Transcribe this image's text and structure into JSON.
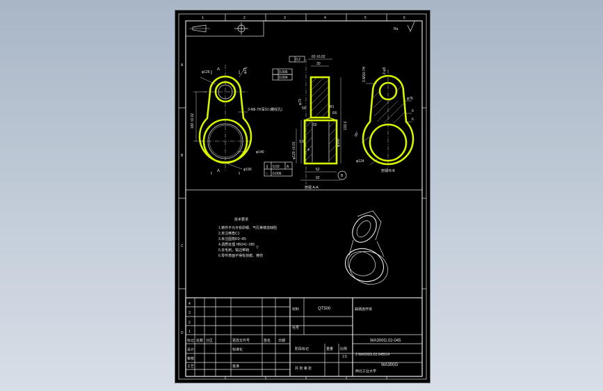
{
  "colors": {
    "background": "#b7c3d1",
    "sheet": "#000000",
    "linework": "#e8e8e8",
    "highlight": "#d8f500"
  },
  "drawing": {
    "roughness": "Ra",
    "view_labels": {
      "front": "A",
      "section_aa": "剖视 A-A",
      "section_bb": "剖视 B-B"
    },
    "front_dims": [
      "φ126",
      "φ21",
      "180 ±0.02",
      "3-M6-7H深10 (螺纹孔)",
      "φ140",
      "φ190",
      "A"
    ],
    "front_tol": {
      "parallel": "∥",
      "parallel_val": "0.02",
      "parallel_ref": "A",
      "circ": "○",
      "circ_val": "0.006"
    },
    "mid_dims": [
      "60 ±0.02",
      "30",
      "0.2",
      "0.006",
      "0.004",
      "φ73",
      "50",
      "R1",
      "R5",
      "50",
      "φ160",
      "φ120 ±0.01",
      "62",
      "92",
      "133.0",
      "1.6",
      "4"
    ],
    "mid_tol": {
      "flat_val": "0.02",
      "flat_ref": "A",
      "perp_val": "0.006"
    },
    "right_dims": [
      "2-M10-7H",
      "2-φ5",
      "φ76",
      "6",
      "6",
      "30°",
      "φ124"
    ],
    "datum_b": "B",
    "datum_a": "A"
  },
  "notes": {
    "title": "技术要求",
    "lines": [
      "1.铸件不允许有砂眼、气孔等铸造缺陷",
      "2.未注倒角C1",
      "3.未注圆角R3~R5",
      "4.调质处理 HB241~285",
      "5.去毛刺，锐边倒钝",
      "6.零件表面不得有划痕、擦伤"
    ],
    "symbol": "▽"
  },
  "border": {
    "top_zones": [
      "1",
      "2",
      "3",
      "4",
      "5",
      "6"
    ],
    "side_zones": [
      "A",
      "B",
      "C",
      "D"
    ]
  },
  "titleblock": {
    "rev_rows": [
      "4",
      "3",
      "2",
      "1"
    ],
    "material": "QT500",
    "part_name": "曲柄连杆体",
    "company": "西北工业大学",
    "drawing_no": "WA300G.02-045",
    "ref_no": "2.WA300G.02.045014",
    "product": "WA300G",
    "scale": "1:5",
    "headers": [
      "标记",
      "处数",
      "分区",
      "更改文件号",
      "签名",
      "日期"
    ],
    "row_design": "设计",
    "row_std": "标准化",
    "row_check": "审核",
    "row_craft": "工艺",
    "row_approve": "批准",
    "stage_label": "阶段标记",
    "weight_label": "重量",
    "ratio_label": "比例",
    "sheet_label": "共 张 第 张",
    "mat_label": "材料",
    "code_label": "代号"
  }
}
